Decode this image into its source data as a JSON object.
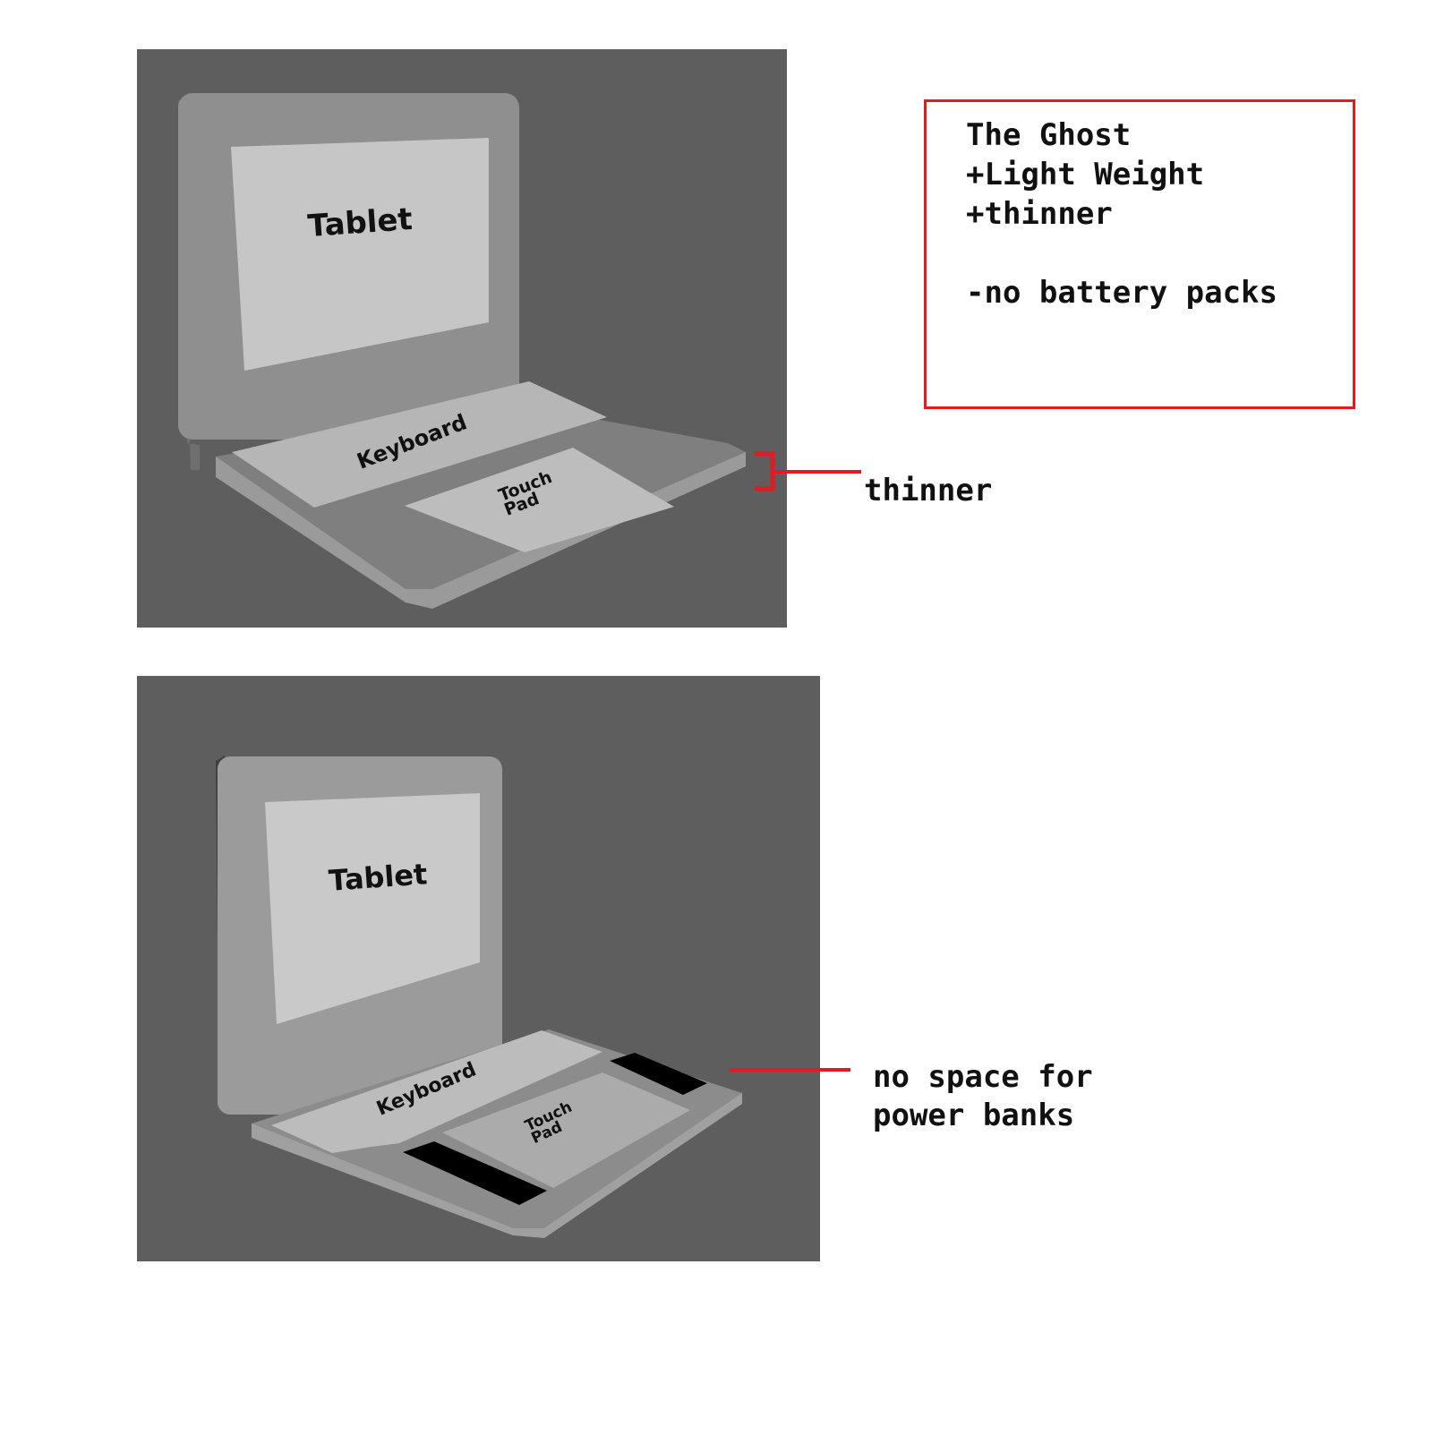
{
  "notes": {
    "lines": [
      "The Ghost",
      "+Light Weight",
      "+thinner",
      "",
      "-no battery packs"
    ]
  },
  "callouts": {
    "thinner": "thinner",
    "no_space_line1": "no space for",
    "no_space_line2": "power banks"
  },
  "renders": {
    "top": {
      "screen_label": "Tablet",
      "keyboard_label": "Keyboard",
      "touchpad_line1": "Touch",
      "touchpad_line2": "Pad"
    },
    "bottom": {
      "screen_label": "Tablet",
      "keyboard_label": "Keyboard",
      "touchpad_line1": "Touch",
      "touchpad_line2": "Pad"
    }
  },
  "colors": {
    "viewport_bg": "#5e5e5e",
    "annotation_red": "#e01b22",
    "screen": "#c6c6c6",
    "panel": "#b2b2b2",
    "bezel": "#8e8e8e"
  }
}
